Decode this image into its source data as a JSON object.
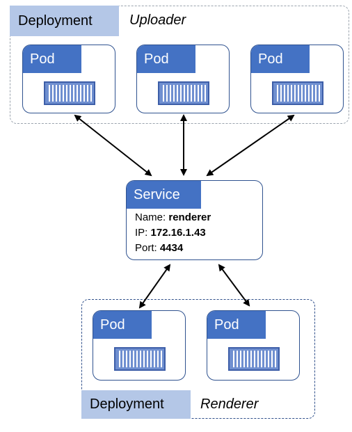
{
  "uploader": {
    "deployment_label": "Deployment",
    "name": "Uploader",
    "pods": [
      {
        "label": "Pod"
      },
      {
        "label": "Pod"
      },
      {
        "label": "Pod"
      }
    ]
  },
  "service": {
    "title": "Service",
    "name_label": "Name:",
    "name_value": "renderer",
    "ip_label": "IP:",
    "ip_value": "172.16.1.43",
    "port_label": "Port:",
    "port_value": "4434"
  },
  "renderer": {
    "deployment_label": "Deployment",
    "name": "Renderer",
    "pods": [
      {
        "label": "Pod"
      },
      {
        "label": "Pod"
      }
    ]
  },
  "colors": {
    "accent": "#4472c4",
    "tab_light": "#b4c7e7",
    "border": "#2f528f",
    "container_fill": "#6f8fd0",
    "container_stripe": "#ffffff"
  },
  "icons": [
    "container-icon",
    "bidirectional-arrow"
  ]
}
